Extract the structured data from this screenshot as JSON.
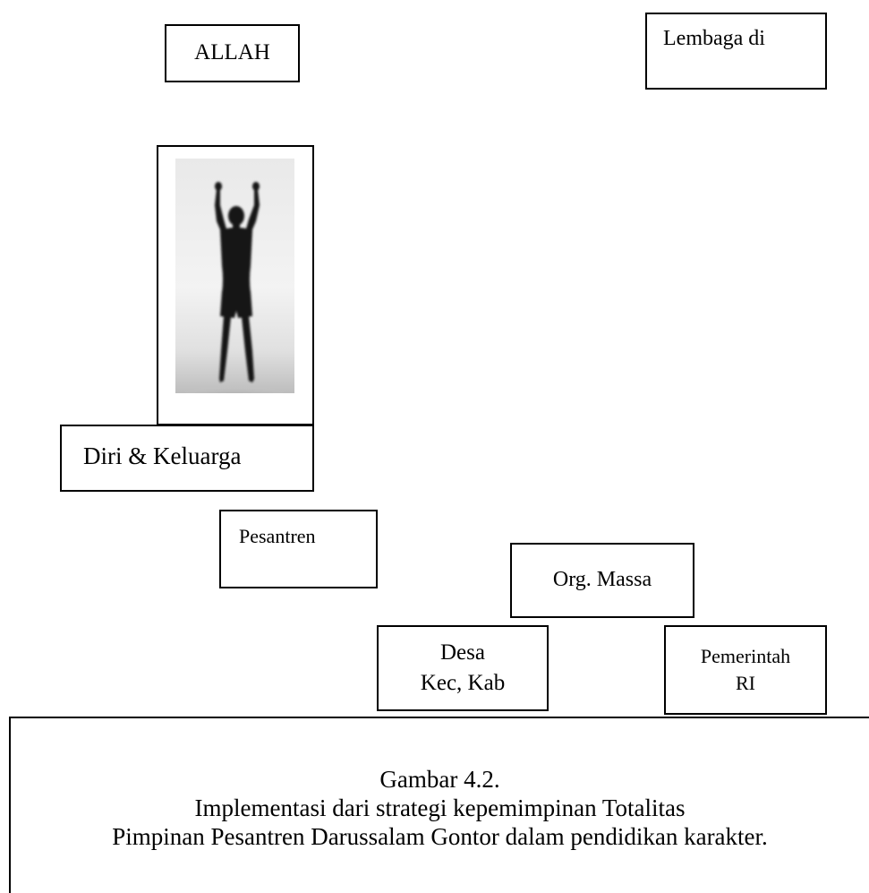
{
  "boxes": {
    "allah": "ALLAH",
    "lembaga": "Lembaga di",
    "diri_keluarga": "Diri & Keluarga",
    "pesantren": "Pesantren",
    "org_massa": "Org. Massa",
    "desa_line1": "Desa",
    "desa_line2": "Kec, Kab",
    "pemerintah_line1": "Pemerintah",
    "pemerintah_line2": "RI"
  },
  "caption": {
    "line1": "Gambar  4.2.",
    "line2": "Implementasi dari strategi kepemimpinan Totalitas",
    "line3": "Pimpinan Pesantren Darussalam Gontor  dalam pendidikan karakter."
  },
  "icons": {
    "figure": "person-silhouette-arms-raised"
  }
}
